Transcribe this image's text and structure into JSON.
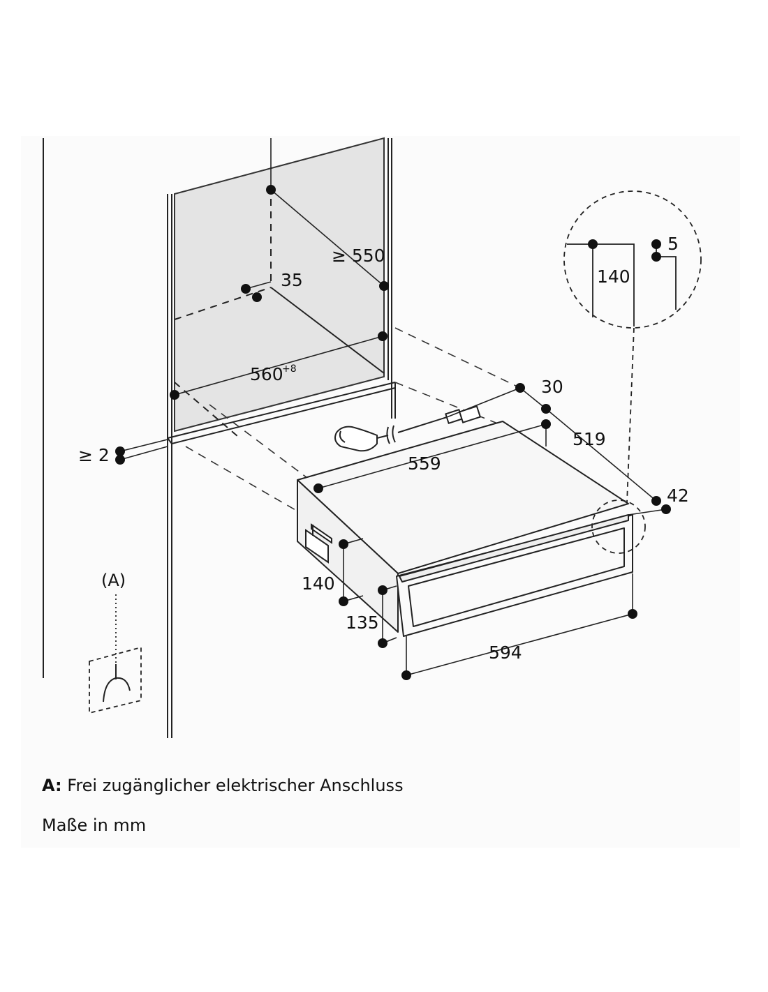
{
  "dimensions": {
    "niche_depth": "≥ 550",
    "niche_offset": "35",
    "niche_width": "560",
    "niche_width_tolerance": "+8",
    "gap_bottom": "≥ 2",
    "cable_clearance": "30",
    "device_depth": "519",
    "device_inner_width": "559",
    "front_overhang": "42",
    "device_height_body": "140",
    "device_height_front": "135",
    "device_width": "594",
    "detail_height": "140",
    "detail_offset": "5"
  },
  "callout": {
    "label": "(A)"
  },
  "legend": {
    "a_key": "A:",
    "a_text": "Frei zugänglicher elektrischer Anschluss",
    "units": "Maße in mm"
  }
}
